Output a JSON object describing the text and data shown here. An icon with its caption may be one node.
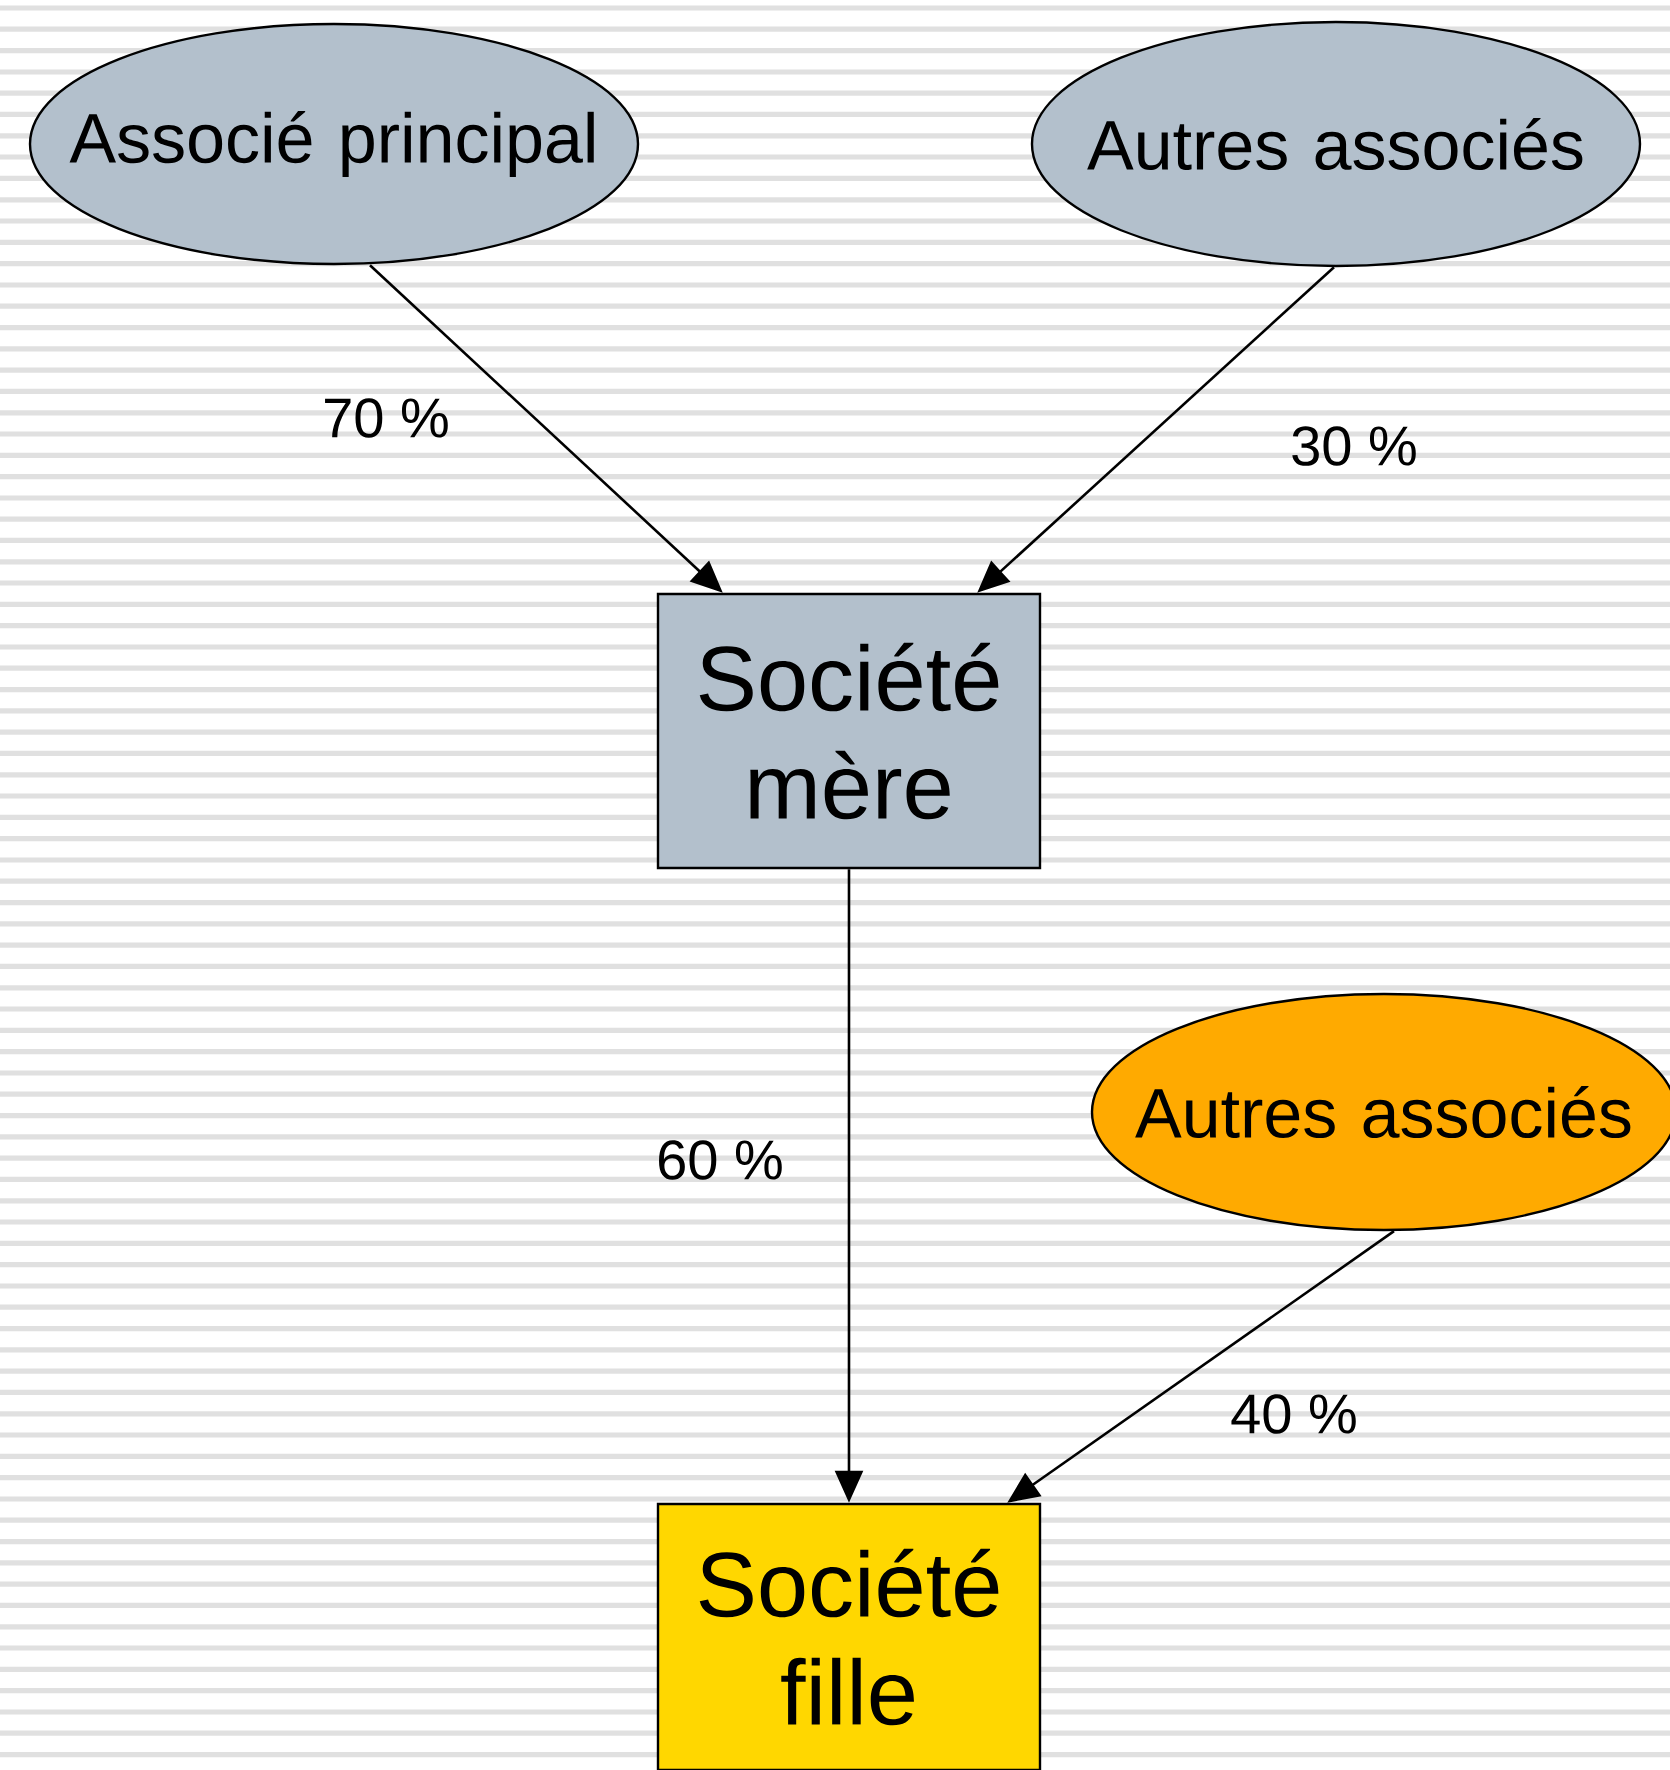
{
  "diagram": {
    "nodes": [
      {
        "text": [
          "Associé principal"
        ]
      },
      {
        "text": [
          "Autres associés"
        ]
      },
      {
        "text": [
          "Société mère"
        ]
      },
      {
        "text": [
          "Autres associés"
        ]
      },
      {
        "text": [
          "Société fille"
        ]
      }
    ],
    "edges": [
      {
        "from": 0,
        "to": 2,
        "arrow": "to",
        "label": "70 %"
      },
      {
        "from": 1,
        "to": 2,
        "arrow": "to",
        "label": "30 %"
      },
      {
        "from": 2,
        "to": 4,
        "arrow": "to",
        "label": "60 %"
      },
      {
        "from": 3,
        "to": 4,
        "arrow": "to",
        "label": "40 %"
      }
    ]
  }
}
